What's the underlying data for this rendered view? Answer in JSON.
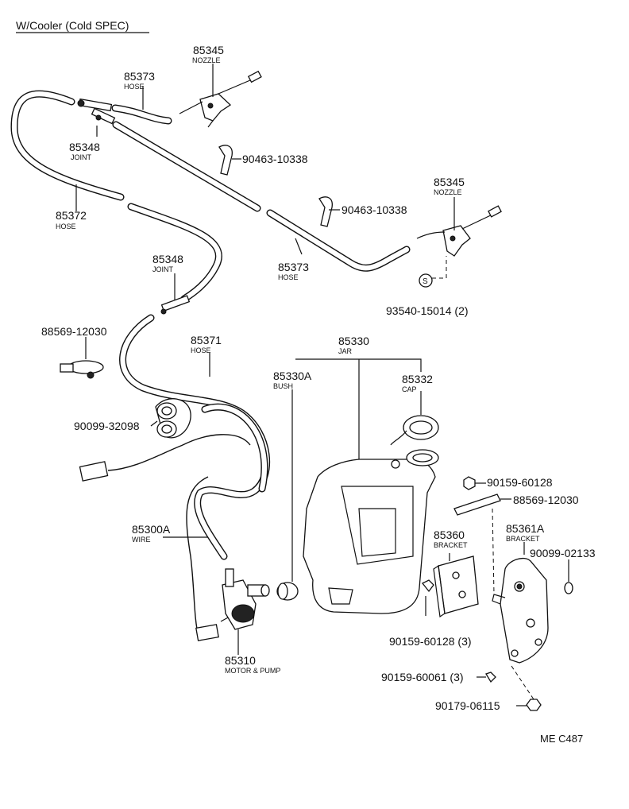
{
  "header": {
    "title": "W/Cooler (Cold SPEC)"
  },
  "footer": {
    "ref": "ME C487"
  },
  "labels": {
    "nozzle_top": {
      "part": "85345",
      "name": "NOZZLE"
    },
    "hose_top": {
      "part": "85373",
      "name": "HOSE"
    },
    "joint_top": {
      "part": "85348",
      "name": "JOINT"
    },
    "clip_1": {
      "part": "90463-10338"
    },
    "hose_left": {
      "part": "85372",
      "name": "HOSE"
    },
    "clip_2": {
      "part": "90463-10338"
    },
    "nozzle_right": {
      "part": "85345",
      "name": "NOZZLE"
    },
    "hose_mid": {
      "part": "85373",
      "name": "HOSE"
    },
    "joint_mid": {
      "part": "85348",
      "name": "JOINT"
    },
    "screw": {
      "part": "93540-15014 (2)"
    },
    "clamp_left": {
      "part": "88569-12030"
    },
    "hose_lower": {
      "part": "85371",
      "name": "HOSE"
    },
    "jar": {
      "part": "85330",
      "name": "JAR"
    },
    "bush": {
      "part": "85330A",
      "name": "BUSH"
    },
    "cap": {
      "part": "85332",
      "name": "CAP"
    },
    "grommet": {
      "part": "90099-32098"
    },
    "bolt_top": {
      "part": "90159-60128"
    },
    "clamp_right": {
      "part": "88569-12030"
    },
    "wire": {
      "part": "85300A",
      "name": "WIRE"
    },
    "bracket": {
      "part": "85360",
      "name": "BRACKET"
    },
    "bracket_a": {
      "part": "85361A",
      "name": "BRACKET"
    },
    "nut_small": {
      "part": "90099-02133"
    },
    "bolt_mid": {
      "part": "90159-60128 (3)"
    },
    "pump": {
      "part": "85310",
      "name": "MOTOR & PUMP"
    },
    "bolt_low": {
      "part": "90159-60061 (3)"
    },
    "nut_low": {
      "part": "90179-06115"
    }
  }
}
